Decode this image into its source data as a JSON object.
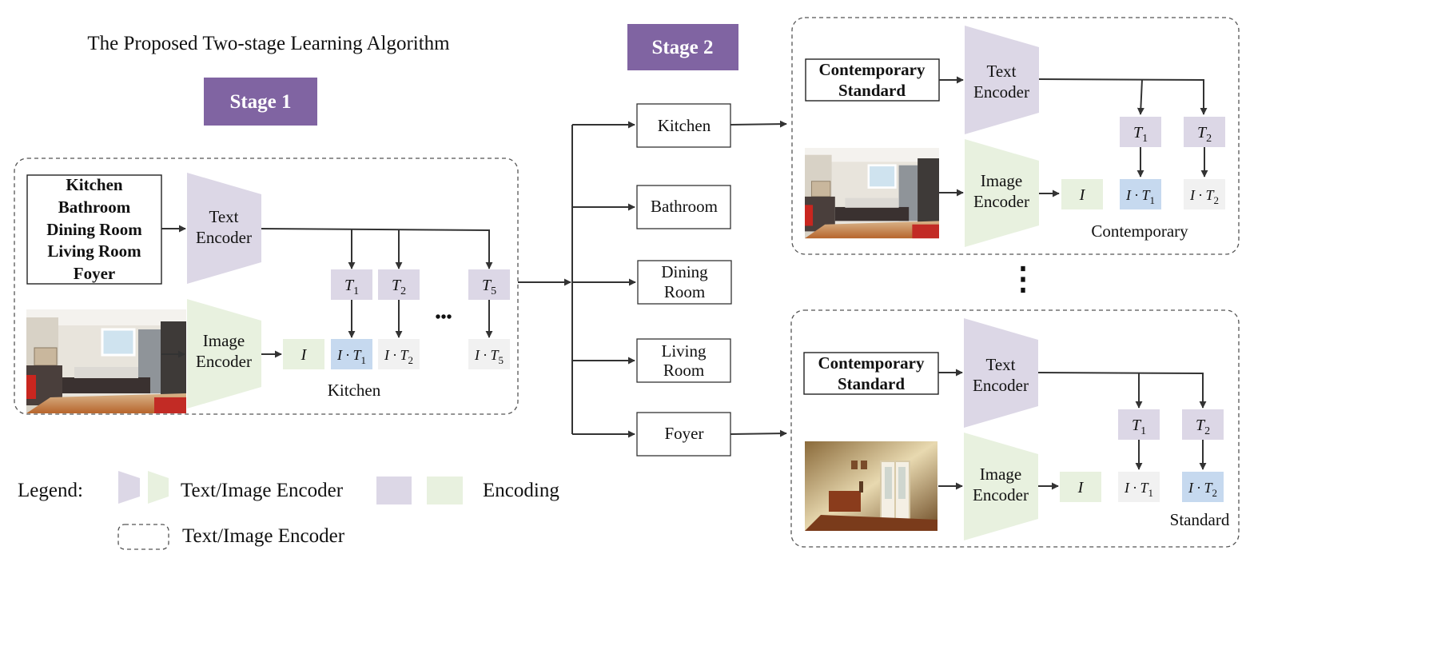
{
  "title": "The Proposed Two-stage Learning Algorithm",
  "stage1": {
    "label": "Stage 1",
    "room_list": [
      "Kitchen",
      "Bathroom",
      "Dining Room",
      "Living Room",
      "Foyer"
    ],
    "text_encoder": [
      "Text",
      "Encoder"
    ],
    "image_encoder": [
      "Image",
      "Encoder"
    ],
    "image_embedding": "I",
    "tokens": [
      {
        "label": "T",
        "sub": "1",
        "product": "I · T",
        "highlight": true
      },
      {
        "label": "T",
        "sub": "2",
        "product": "I · T",
        "highlight": false
      },
      {
        "label": "T",
        "sub": "5",
        "product": "I · T",
        "highlight": false
      }
    ],
    "ellipsis": "•••",
    "result": "Kitchen",
    "photo": "kitchen-photo"
  },
  "stage2": {
    "label": "Stage 2",
    "rooms": [
      "Kitchen",
      "Bathroom",
      "Dining Room",
      "Living Room",
      "Foyer"
    ],
    "vertical_ellipsis": "⋮",
    "panels": [
      {
        "style_list": [
          "Contemporary",
          "Standard"
        ],
        "text_encoder": [
          "Text",
          "Encoder"
        ],
        "image_encoder": [
          "Image",
          "Encoder"
        ],
        "image_embedding": "I",
        "tokens": [
          {
            "label": "T",
            "sub": "1",
            "product": "I · T",
            "highlight": true
          },
          {
            "label": "T",
            "sub": "2",
            "product": "I · T",
            "highlight": false
          }
        ],
        "result": "Contemporary",
        "photo": "kitchen-photo"
      },
      {
        "style_list": [
          "Contemporary",
          "Standard"
        ],
        "text_encoder": [
          "Text",
          "Encoder"
        ],
        "image_encoder": [
          "Image",
          "Encoder"
        ],
        "image_embedding": "I",
        "tokens": [
          {
            "label": "T",
            "sub": "1",
            "product": "I · T",
            "highlight": false
          },
          {
            "label": "T",
            "sub": "2",
            "product": "I · T",
            "highlight": true
          }
        ],
        "result": "Standard",
        "photo": "foyer-photo"
      }
    ]
  },
  "legend": {
    "label": "Legend:",
    "encoder_text": "Text/Image Encoder",
    "encoding_text": "Encoding",
    "dashed_text": "Text/Image Encoder"
  },
  "colors": {
    "stage_fill": "#8064a2",
    "text_encoder": "#dcd7e6",
    "image_encoder": "#e8f1df",
    "token_fill": "#dcd7e6",
    "embed_fill": "#e8f1df",
    "highlight_fill": "#c6d9ef",
    "product_fill": "#f1f1f1"
  }
}
